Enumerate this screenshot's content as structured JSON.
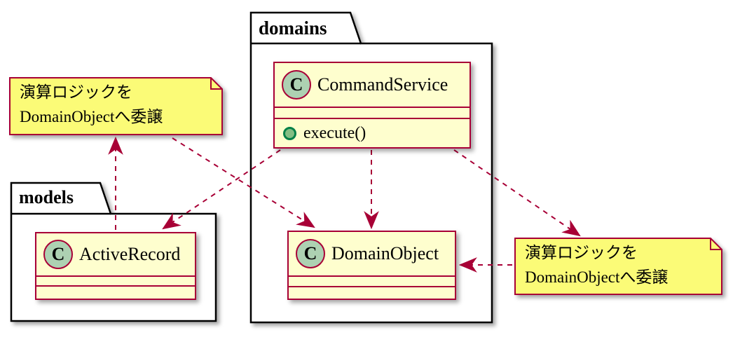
{
  "packages": {
    "domains": {
      "label": "domains"
    },
    "models": {
      "label": "models"
    }
  },
  "classes": {
    "command_service": {
      "icon_letter": "C",
      "name": "CommandService",
      "attributes": [],
      "methods": [
        {
          "visibility": "public",
          "signature": "execute()"
        }
      ]
    },
    "domain_object": {
      "icon_letter": "C",
      "name": "DomainObject",
      "attributes": [],
      "methods": []
    },
    "active_record": {
      "icon_letter": "C",
      "name": "ActiveRecord",
      "attributes": [],
      "methods": []
    }
  },
  "notes": {
    "left": {
      "lines": [
        "演算ロジックを",
        "DomainObjectへ委譲"
      ]
    },
    "right": {
      "lines": [
        "演算ロジックを",
        "DomainObjectへ委譲"
      ]
    }
  },
  "relations": [
    {
      "from": "CommandService",
      "to": "ActiveRecord",
      "style": "dashed-arrow"
    },
    {
      "from": "CommandService",
      "to": "DomainObject",
      "style": "dashed-arrow"
    },
    {
      "from": "CommandService",
      "to": "note-right",
      "style": "dashed-arrow"
    },
    {
      "from": "note-right",
      "to": "DomainObject",
      "style": "dashed-arrow"
    },
    {
      "from": "ActiveRecord",
      "to": "note-left",
      "style": "dashed-arrow"
    },
    {
      "from": "note-left",
      "to": "DomainObject",
      "style": "dashed-arrow"
    }
  ],
  "colors": {
    "class_fill": "#FEFECE",
    "stroke": "#A80036",
    "note_fill": "#FBFB77",
    "icon_circle_fill": "#ADD1B2",
    "method_dot_fill": "#84BE84",
    "method_dot_stroke": "#038048",
    "package_stroke": "#000000",
    "text": "#000000"
  }
}
